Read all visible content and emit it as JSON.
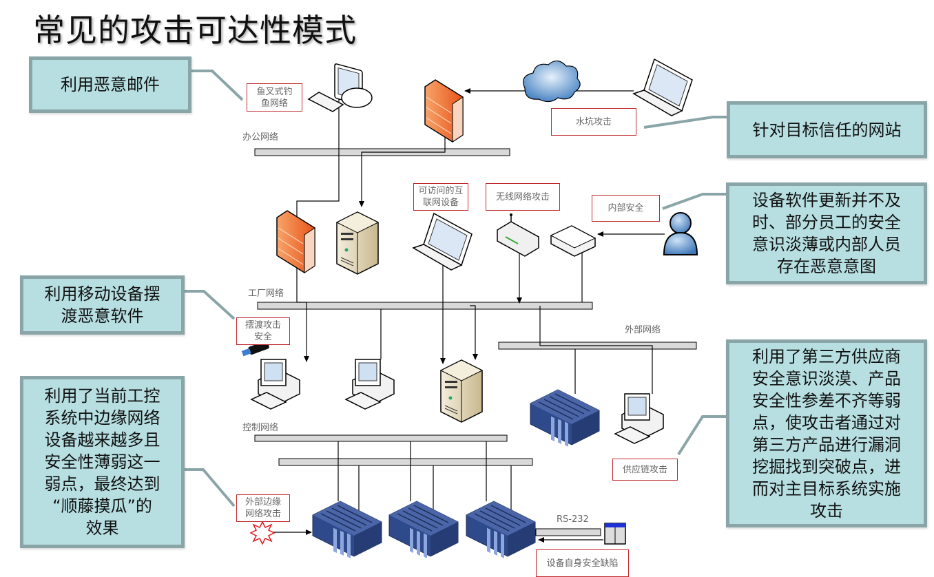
{
  "title": "常见的攻击可达性模式",
  "callouts": {
    "malicious_email": "利用恶意邮件",
    "trusted_website": "针对目标信任的网站",
    "insider": "设备软件更新并不及\n时、部分员工的安全\n意识淡薄或内部人员\n存在恶意意图",
    "mobile_device": "利用移动设备摆\n渡恶意软件",
    "edge_network": "利用了当前工控\n系统中边缘网络\n设备越来越多且\n安全性薄弱这一\n弱点，最终达到\n“顺藤摸瓜”的\n效果",
    "supply_chain": "利用了第三方供应商\n安全意识淡漠、产品\n安全性参差不齐等弱\n点，使攻击者通过对\n第三方产品进行漏洞\n挖掘找到突破点，进\n而对主目标系统实施\n攻击"
  },
  "tags": {
    "spear_phishing": "鱼叉式钓\n鱼网络",
    "watering_hole": "水坑攻击",
    "internet_device": "可访问的互\n联网设备",
    "wireless": "无线网络攻击",
    "internal_security": "内部安全",
    "ferry_attack": "摆渡攻击\n安全",
    "supply_chain_attack": "供应链攻击",
    "edge_attack": "外部边缘\n网络攻击",
    "device_flaw": "设备自身安全缺陷"
  },
  "networks": {
    "office": "办公网络",
    "factory": "工厂网络",
    "external": "外部网络",
    "control": "控制网络",
    "serial": "RS-232"
  },
  "colors": {
    "callout_fill": "#b7dfe2",
    "callout_border": "#8aa5a7",
    "tag_border": "#c0282d",
    "bus_fill": "#d9d9d9",
    "firewall": "#f07a30",
    "plc": "#2f4a8a"
  }
}
